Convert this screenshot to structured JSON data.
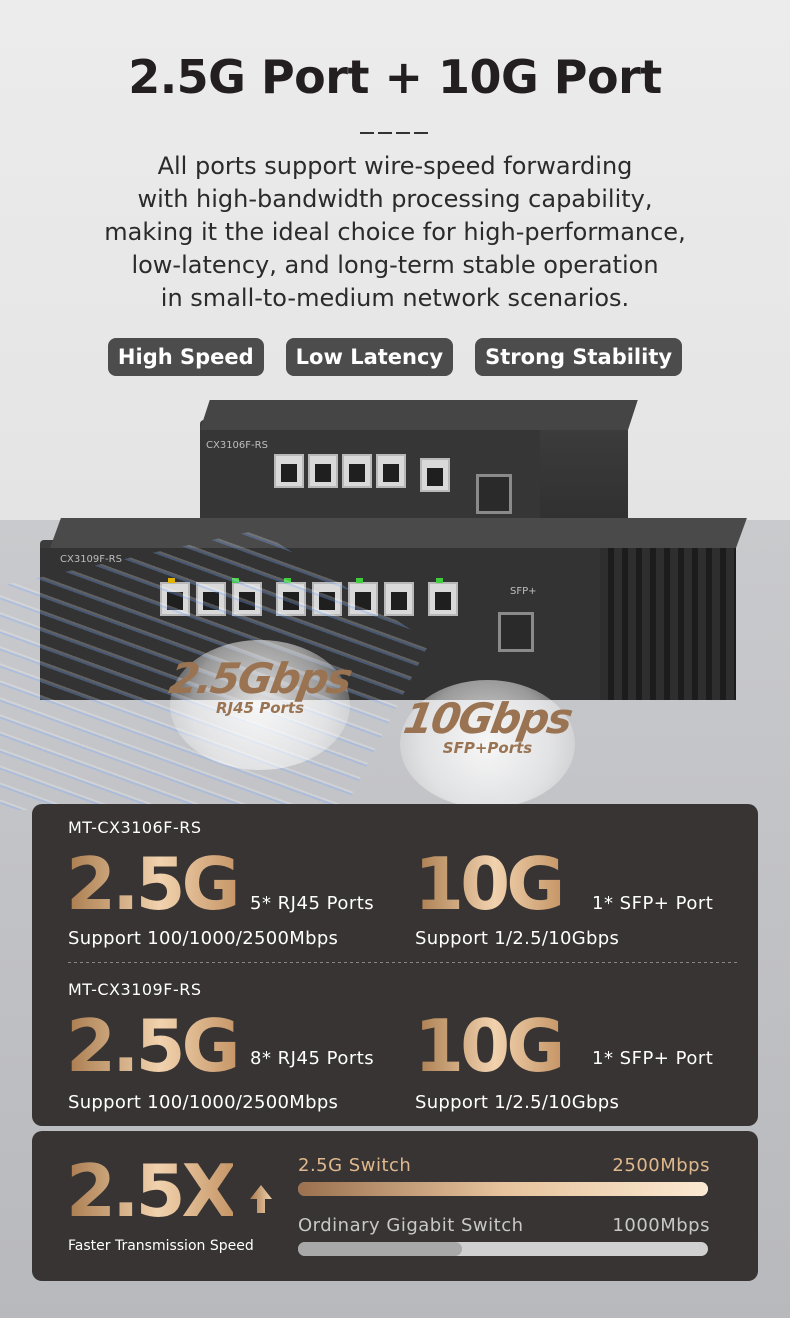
{
  "header": {
    "title": "2.5G Port + 10G Port",
    "intro_lines": [
      "All ports support wire-speed forwarding",
      "with high-bandwidth processing capability,",
      "making it the ideal choice for high-performance,",
      "low-latency, and long-term stable operation",
      "in small-to-medium network scenarios."
    ]
  },
  "badges": [
    "High Speed",
    "Low Latency",
    "Strong Stability"
  ],
  "product": {
    "top_switch_label": "CX3106F-RS",
    "bottom_switch_label": "CX3109F-RS",
    "sfp_label": "SFP+",
    "callout_rj45": {
      "big": "2.5Gbps",
      "small": "RJ45 Ports"
    },
    "callout_sfp": {
      "big": "10Gbps",
      "small": "SFP+Ports"
    }
  },
  "specs": [
    {
      "model": "MT-CX3106F-RS",
      "rj45_speed": "2.5G",
      "rj45_ports": "5* RJ45 Ports",
      "rj45_support": "Support 100/1000/2500Mbps",
      "sfp_speed": "10G",
      "sfp_ports": "1* SFP+ Port",
      "sfp_support": "Support 1/2.5/10Gbps"
    },
    {
      "model": "MT-CX3109F-RS",
      "rj45_speed": "2.5G",
      "rj45_ports": "8* RJ45 Ports",
      "rj45_support": "Support 100/1000/2500Mbps",
      "sfp_speed": "10G",
      "sfp_ports": "1* SFP+ Port",
      "sfp_support": "Support 1/2.5/10Gbps"
    }
  ],
  "speed": {
    "multiplier": "2.5X",
    "caption": "Faster Transmission Speed",
    "bars": [
      {
        "label": "2.5G Switch",
        "value": "2500Mbps",
        "fraction": 1.0
      },
      {
        "label": "Ordinary Gigabit Switch",
        "value": "1000Mbps",
        "fraction": 0.4
      }
    ]
  },
  "colors": {
    "panel": "#373433",
    "gold_accent": "#e0b88e",
    "badge": "#4c4c4c"
  }
}
